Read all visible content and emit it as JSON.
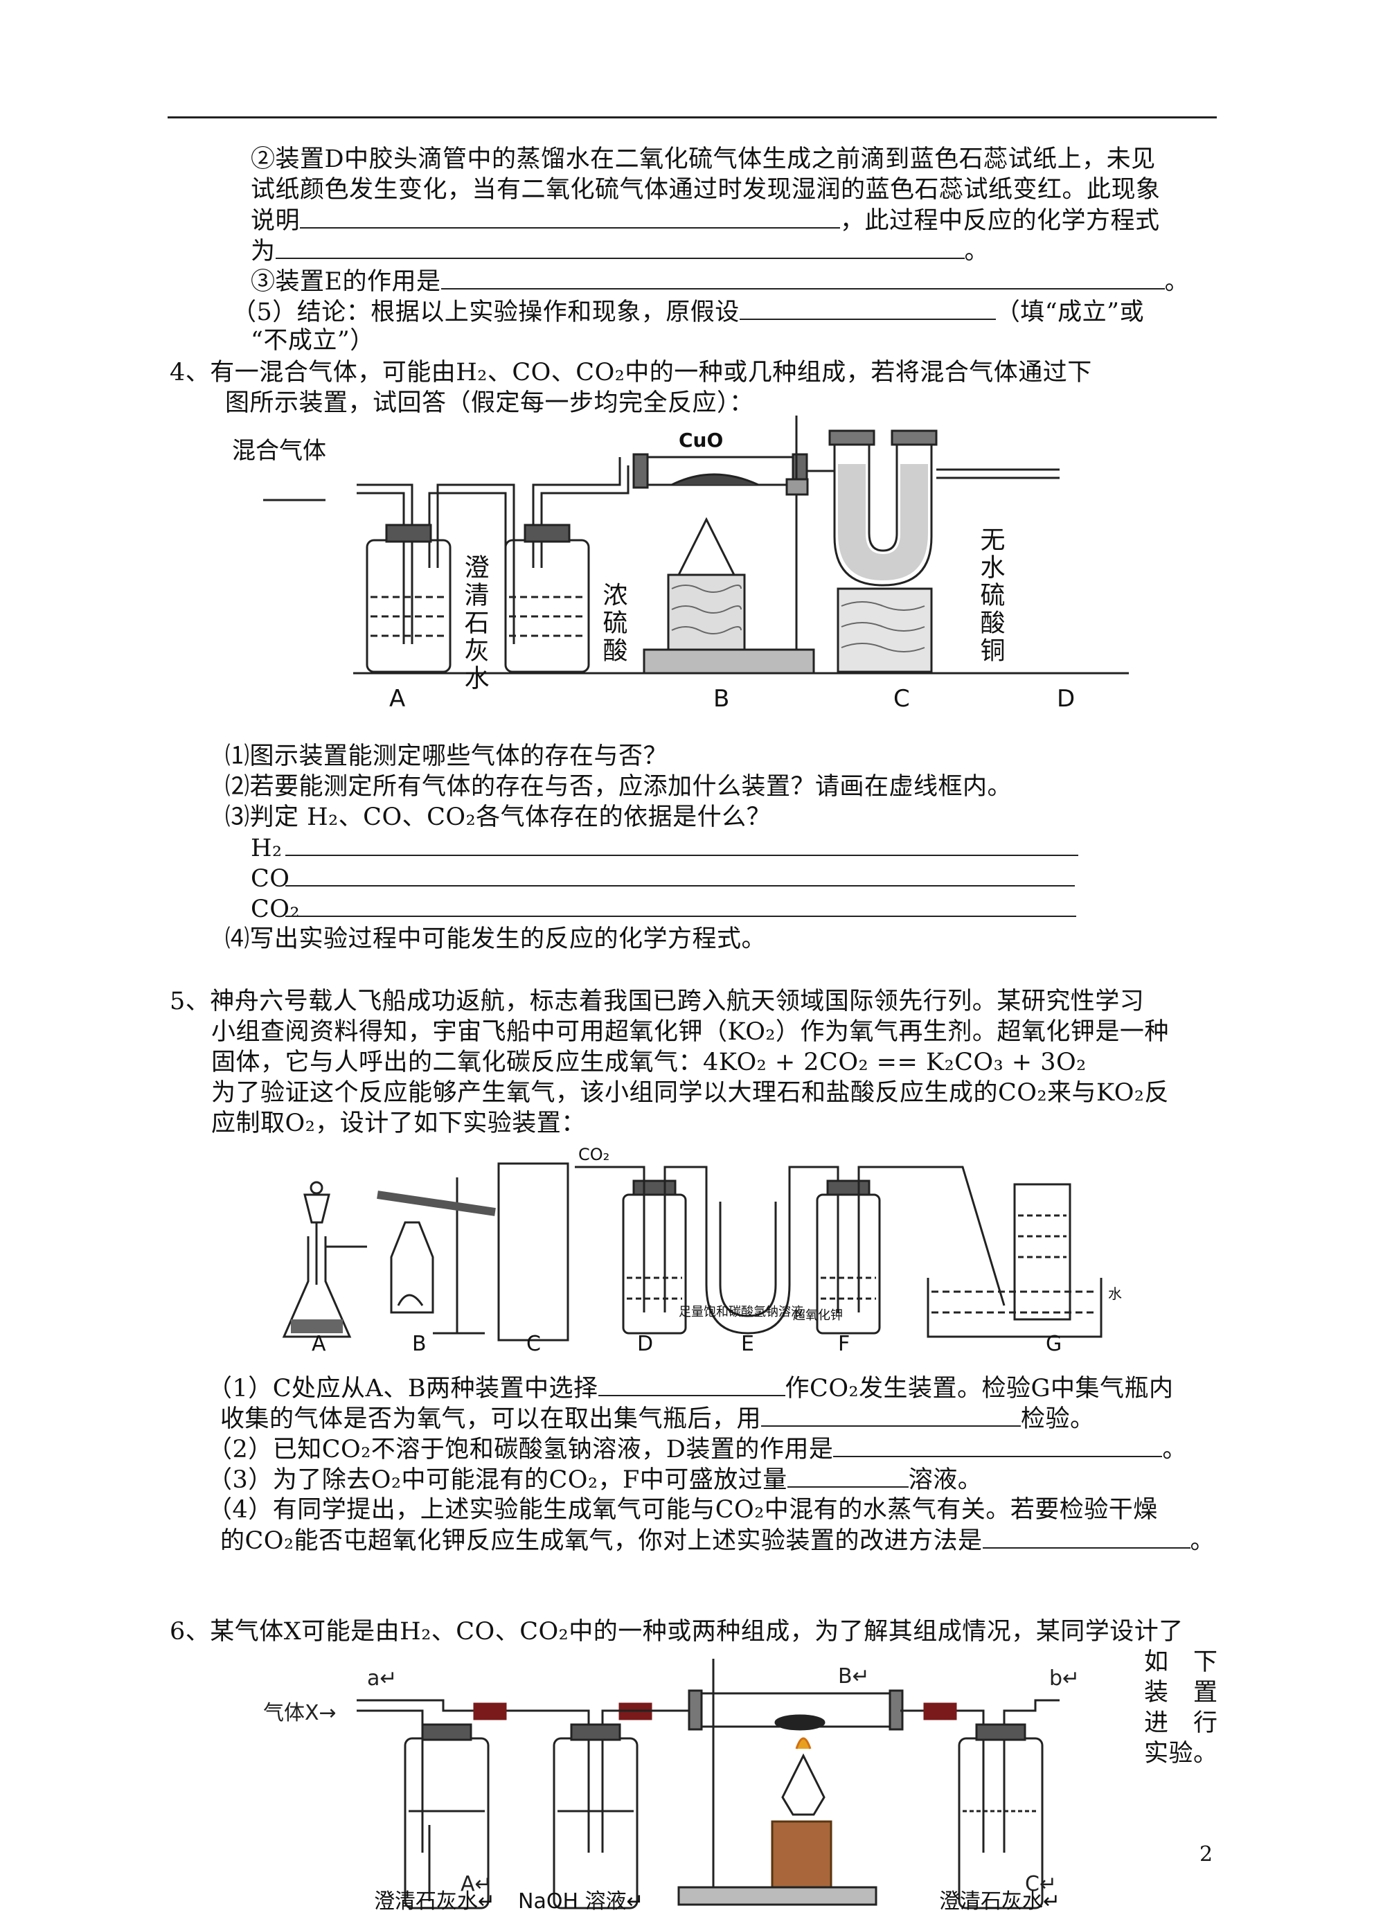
{
  "header_rule": true,
  "s3": {
    "p2_l1": "②装置D中胶头滴管中的蒸馏水在二氧化硫气体生成之前滴到蓝色石蕊试纸上，未见",
    "p2_l2": "试纸颜色发生变化，当有二氧化硫气体通过时发现湿润的蓝色石蕊试纸变红。此现象",
    "p2_l3a": "说明",
    "p2_l3b": "，此过程中反应的化学方程式",
    "p2_l4a": "为",
    "p2_l4b": "。",
    "p3a": "③装置E的作用是",
    "p3b": "。",
    "p5a": "（5）结论：根据以上实验操作和现象，原假设",
    "p5b": "（填“成立”或",
    "p5c": "“不成立”）"
  },
  "q4": {
    "l1": "4、有一混合气体，可能由H₂、CO、CO₂中的一种或几种组成，若将混合气体通过下",
    "l2": "图所示装置，试回答（假定每一步均完全反应）：",
    "fig": {
      "gas_in": "混合气体",
      "lime": "澄清石灰水",
      "acid": "浓硫酸",
      "cuo": "CuO",
      "cuso4": "无水硫酸铜",
      "A": "A",
      "B": "B",
      "C": "C",
      "D": "D"
    },
    "i1": "⑴图示装置能测定哪些气体的存在与否？",
    "i2": "⑵若要能测定所有气体的存在与否，应添加什么装置？请画在虚线框内。",
    "i3": "⑶判定 H₂、CO、CO₂各气体存在的依据是什么？",
    "h2": "H₂",
    "co": "CO",
    "co2": "CO₂",
    "i4": "⑷写出实验过程中可能发生的反应的化学方程式。"
  },
  "q5": {
    "l1": "5、神舟六号载人飞船成功返航，标志着我国已跨入航天领域国际领先行列。某研究性学习",
    "l2": "小组查阅资料得知，宇宙飞船中可用超氧化钾（KO₂）作为氧气再生剂。超氧化钾是一种",
    "l3": "固体，它与人呼出的二氧化碳反应生成氧气：4KO₂ + 2CO₂ == K₂CO₃ + 3O₂",
    "l4": "为了验证这个反应能够产生氧气，该小组同学以大理石和盐酸反应生成的CO₂来与KO₂反",
    "l5": "应制取O₂，设计了如下实验装置：",
    "fig": {
      "co2": "CO₂",
      "nahco3": "足量饱和碳酸氢钠溶液",
      "ko2": "超氧化钾",
      "water": "水",
      "A": "A",
      "B": "B",
      "C": "C",
      "D": "D",
      "E": "E",
      "F": "F",
      "G": "G"
    },
    "a1a": "（1）C处应从A、B两种装置中选择",
    "a1b": "作CO₂发生装置。检验G中集气瓶内",
    "a1c": "收集的气体是否为氧气，可以在取出集气瓶后，用",
    "a1d": "检验。",
    "a2a": "（2）已知CO₂不溶于饱和碳酸氢钠溶液，D装置的作用是",
    "a2b": "。",
    "a3a": "（3）为了除去O₂中可能混有的CO₂，F中可盛放过量",
    "a3b": "溶液。",
    "a4a": "（4）有同学提出，上述实验能生成氧气可能与CO₂中混有的水蒸气有关。若要检验干燥",
    "a4b": "的CO₂能否屯超氧化钾反应生成氧气，你对上述实验装置的改进方法是",
    "a4c": "。"
  },
  "q6": {
    "l1": "6、某气体X可能是由H₂、CO、CO₂中的一种或两种组成，为了解其组成情况，某同学设计了",
    "side": [
      "如　下",
      "装　置",
      "进　行",
      "实验。"
    ],
    "fig": {
      "gas": "气体X→",
      "a": "a↵",
      "b": "b↵",
      "B": "B↵",
      "A": "A↵",
      "C": "C↵",
      "lime1": "澄清石灰水↵",
      "naoh": "NaOH 溶液↵",
      "lime2": "澄清石灰水↵"
    }
  },
  "page_number": "2"
}
